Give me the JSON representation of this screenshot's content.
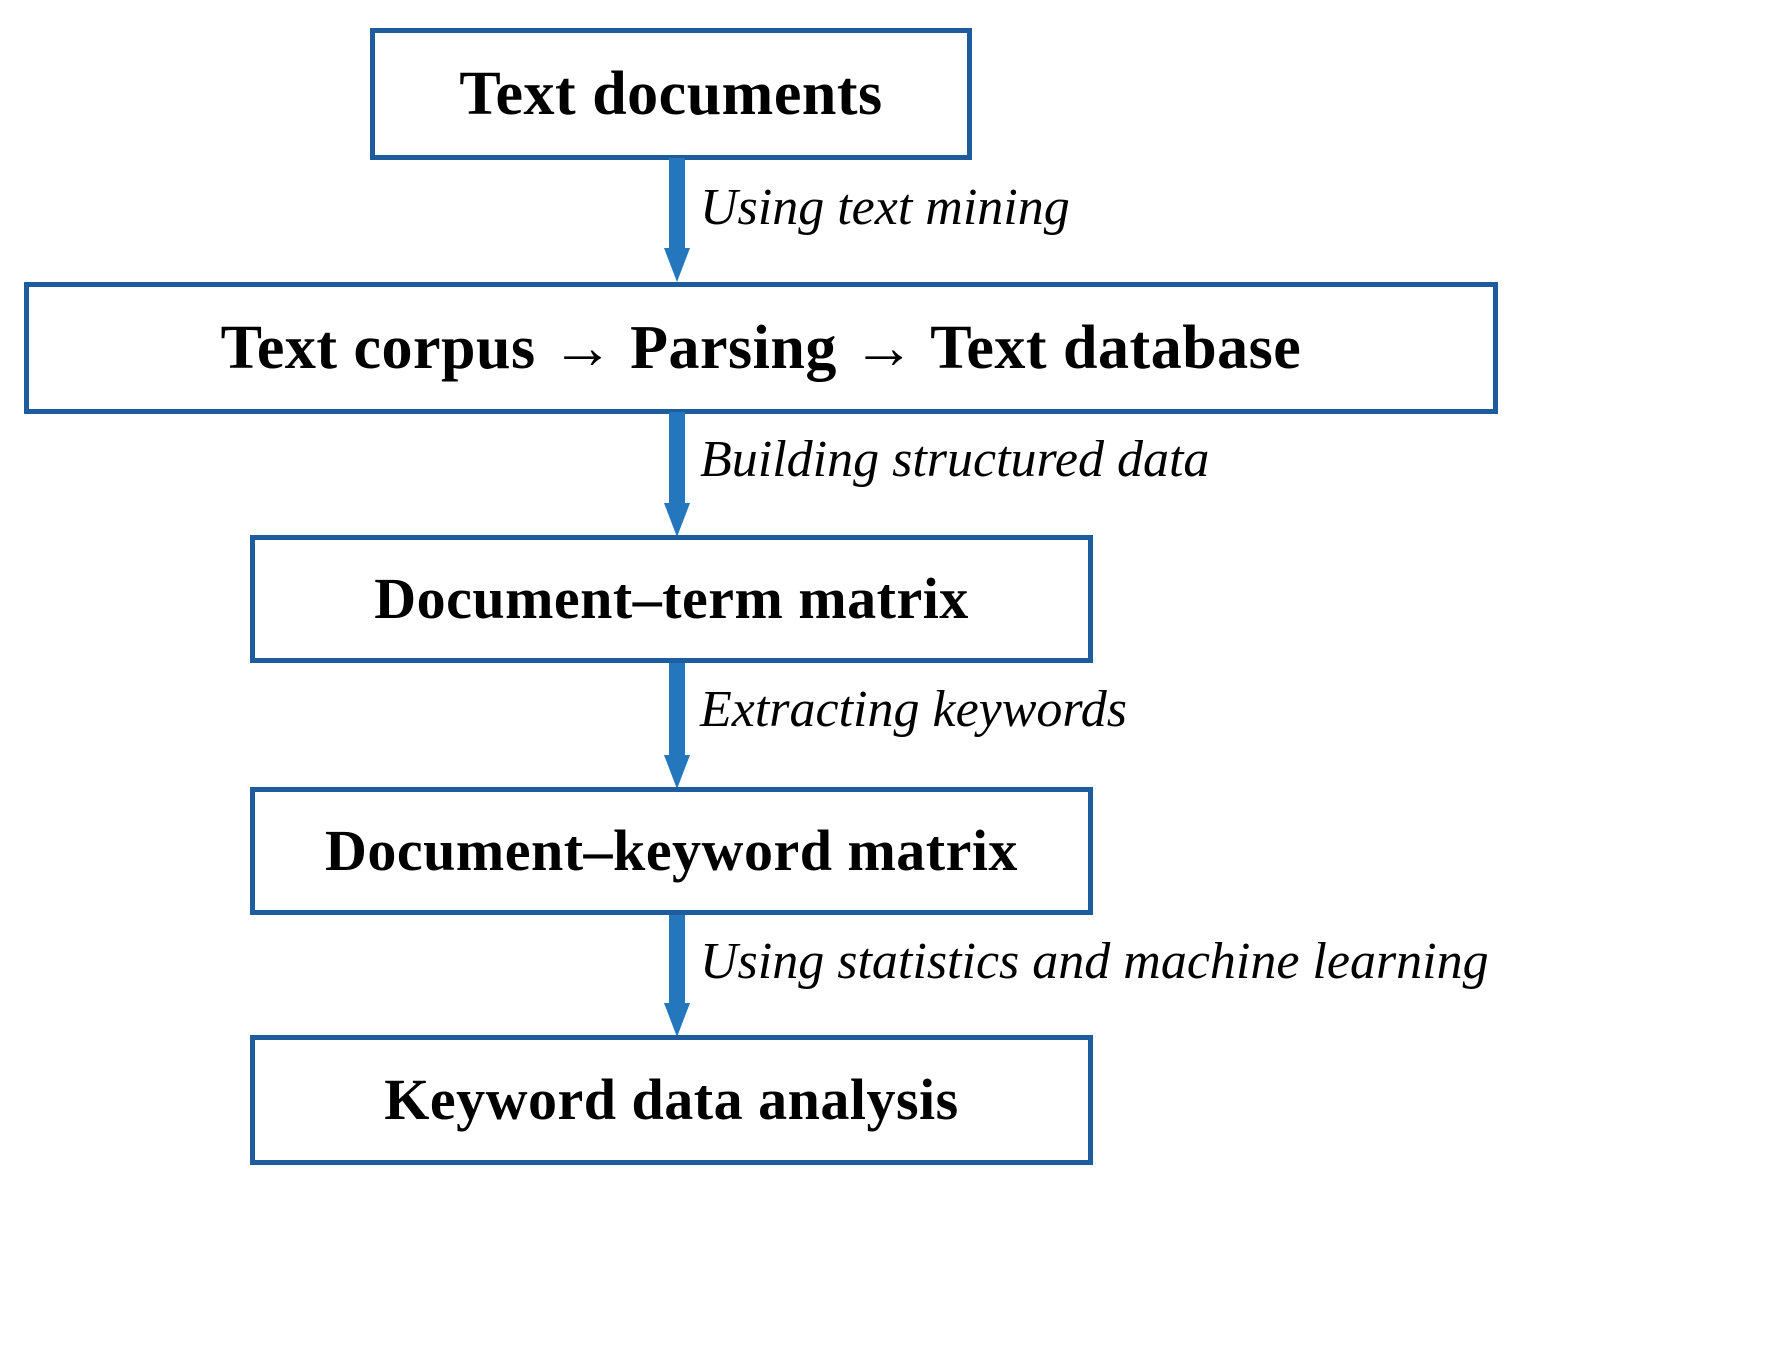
{
  "diagram": {
    "type": "flowchart",
    "orientation": "top-to-bottom",
    "colors": {
      "node_border": "#1F5C9E",
      "arrow": "#2477BD",
      "text": "#000000",
      "background": "#FFFFFF"
    },
    "nodes": [
      {
        "id": "text-documents",
        "label": "Text documents"
      },
      {
        "id": "text-corpus-pipeline",
        "label": "Text corpus → Parsing → Text database"
      },
      {
        "id": "document-term-matrix",
        "label": "Document–term  matrix"
      },
      {
        "id": "document-keyword-matrix",
        "label": "Document–keyword matrix"
      },
      {
        "id": "keyword-data-analysis",
        "label": "Keyword data analysis"
      }
    ],
    "edges": [
      {
        "id": "edge-1",
        "from": "text-documents",
        "to": "text-corpus-pipeline",
        "label": "Using text mining"
      },
      {
        "id": "edge-2",
        "from": "text-corpus-pipeline",
        "to": "document-term-matrix",
        "label": "Building structured data"
      },
      {
        "id": "edge-3",
        "from": "document-term-matrix",
        "to": "document-keyword-matrix",
        "label": "Extracting keywords"
      },
      {
        "id": "edge-4",
        "from": "document-keyword-matrix",
        "to": "keyword-data-analysis",
        "label": "Using statistics and machine learning"
      }
    ]
  }
}
